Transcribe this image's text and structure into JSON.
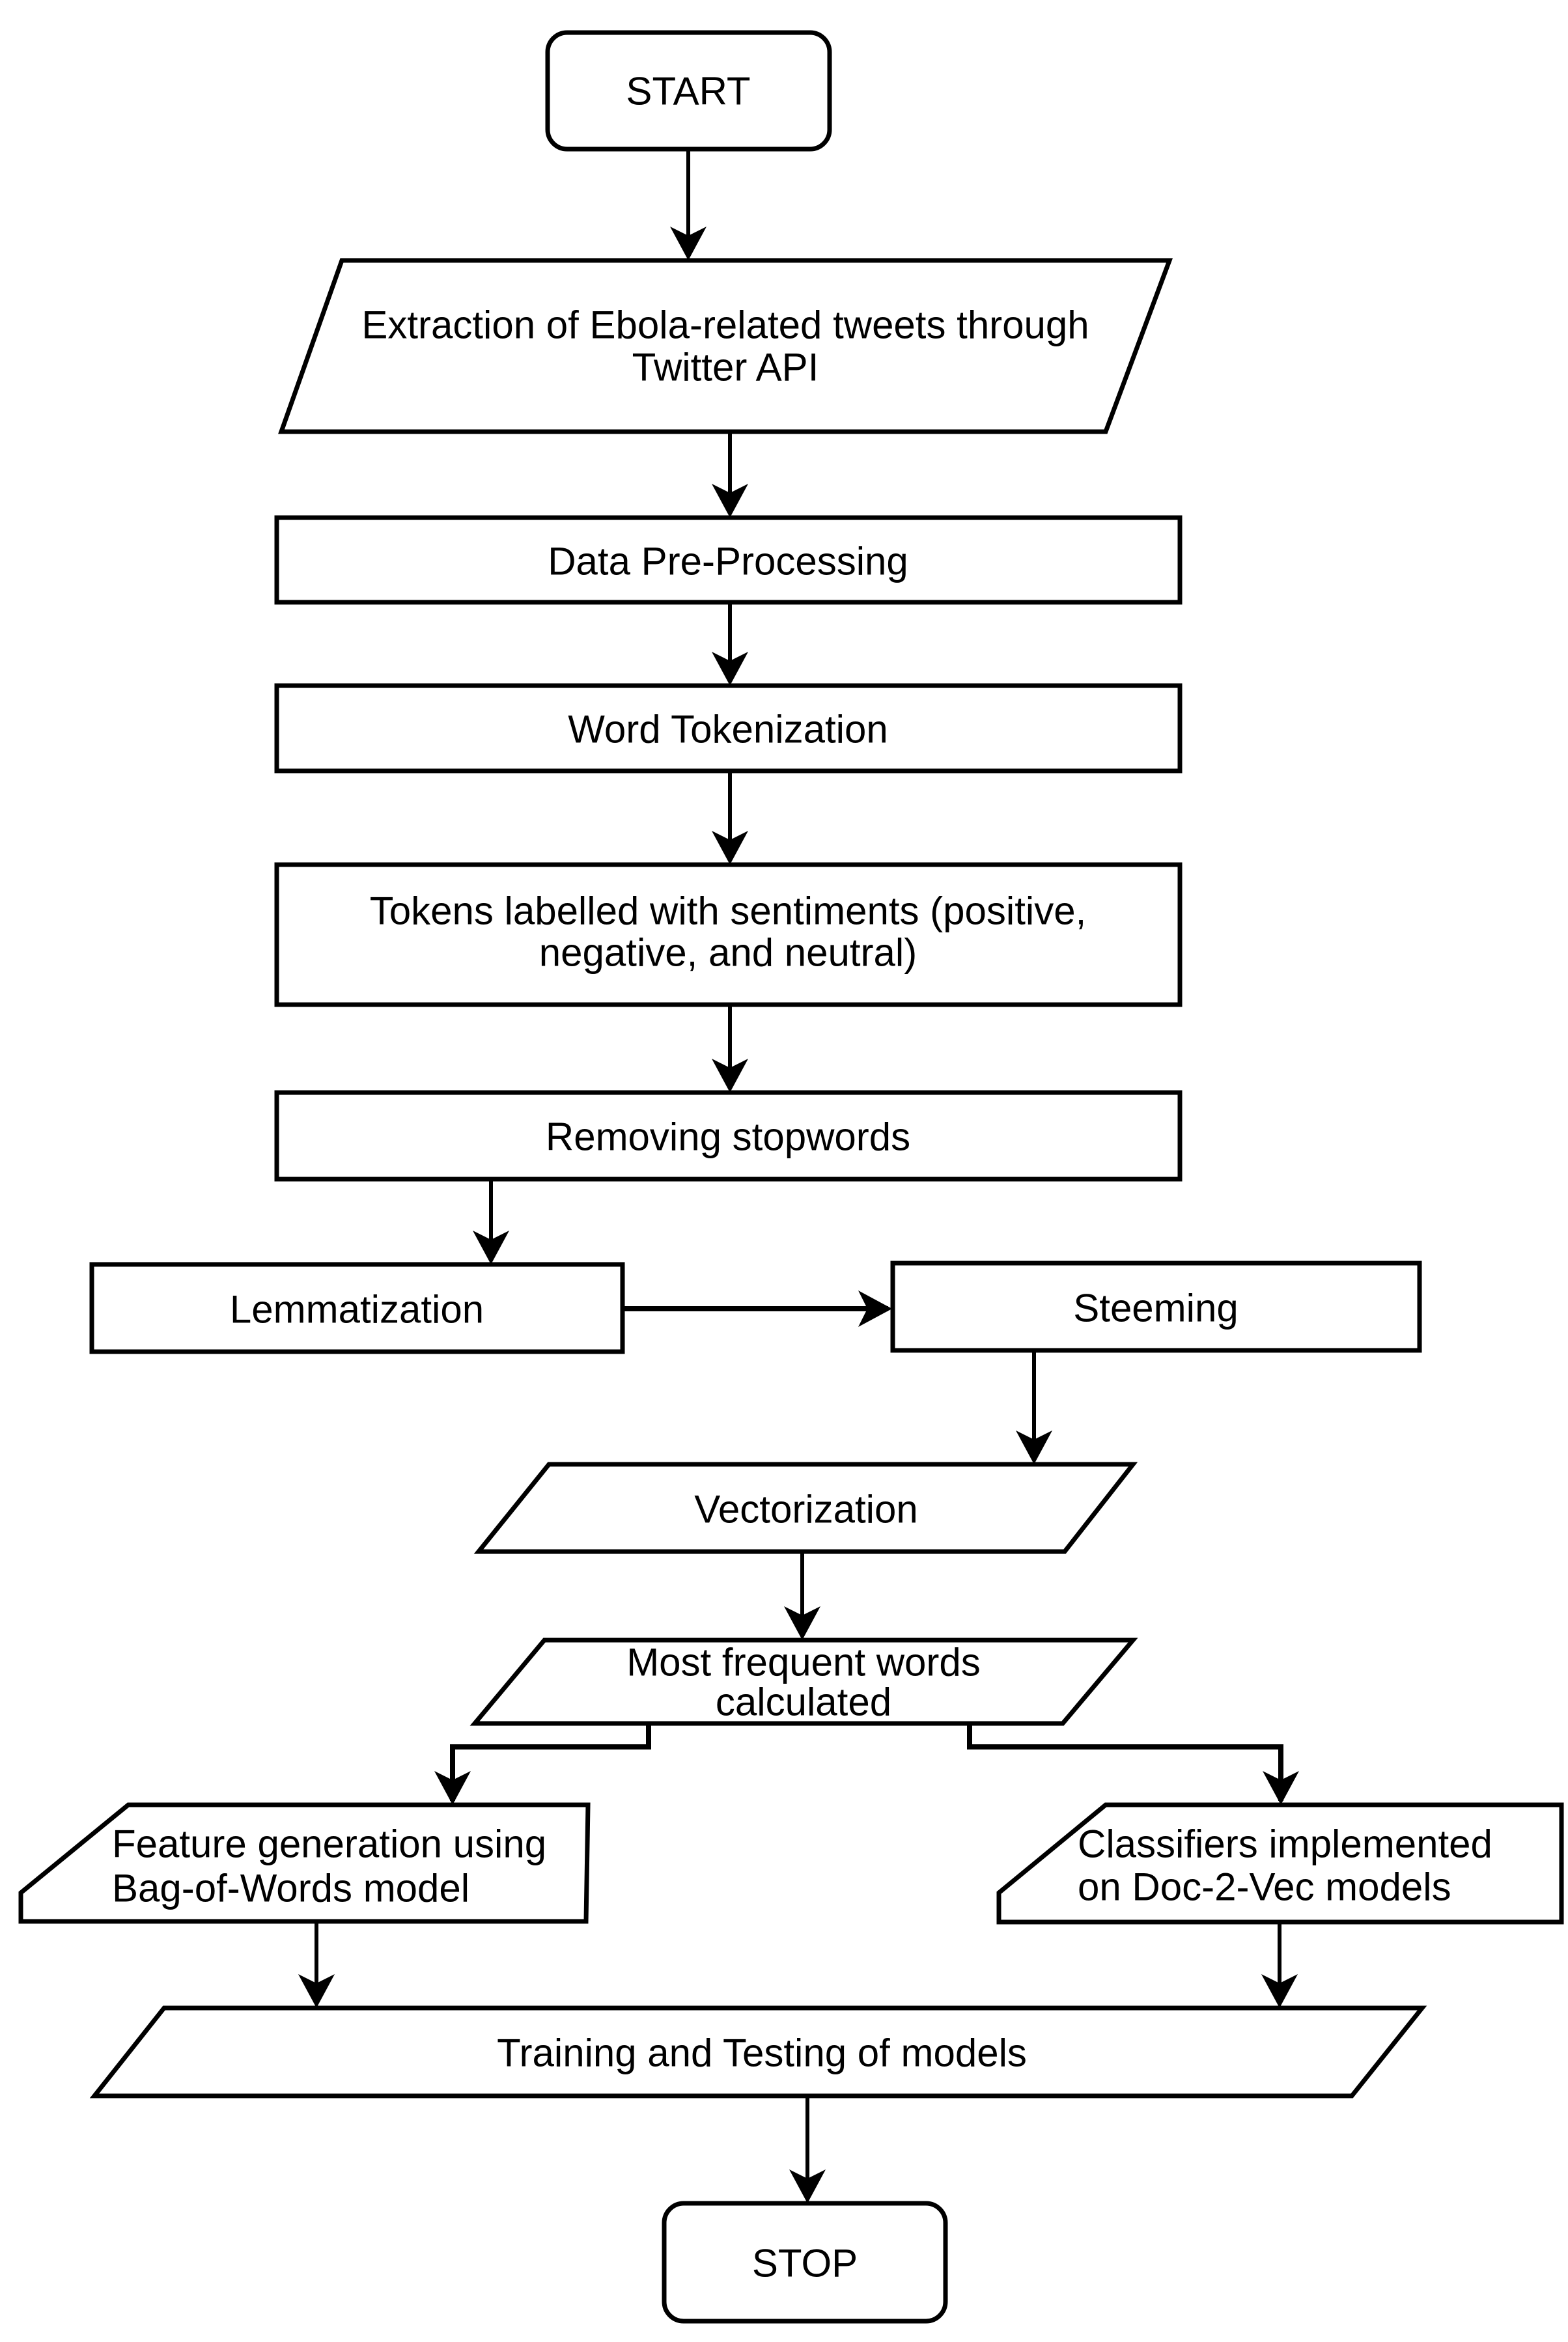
{
  "diagram": {
    "title": "Sentiment analysis pipeline flowchart",
    "background_color": "#ffffff",
    "stroke_color": "#000000",
    "text_color": "#000000",
    "nodes": {
      "start": {
        "type": "terminator",
        "label": "START"
      },
      "extraction": {
        "type": "parallelogram",
        "line1": "Extraction of Ebola-related tweets through",
        "line2": "Twitter API"
      },
      "preprocessing": {
        "type": "process",
        "label": "Data Pre-Processing"
      },
      "tokenization": {
        "type": "process",
        "label": "Word Tokenization"
      },
      "labelling": {
        "type": "process",
        "line1": "Tokens labelled with sentiments (positive,",
        "line2": "negative, and neutral)"
      },
      "stopwords": {
        "type": "process",
        "label": "Removing stopwords"
      },
      "lemmatization": {
        "type": "process",
        "label": "Lemmatization"
      },
      "stemming": {
        "type": "process",
        "label": "Steeming"
      },
      "vectorization": {
        "type": "parallelogram",
        "label": "Vectorization"
      },
      "frequent_words": {
        "type": "parallelogram",
        "line1": "Most frequent words",
        "line2": "calculated"
      },
      "bag_of_words": {
        "type": "manual-input",
        "line1": "Feature generation using",
        "line2": "Bag-of-Words model"
      },
      "doc2vec": {
        "type": "manual-input",
        "line1": "Classifiers implemented",
        "line2": "on Doc-2-Vec models"
      },
      "training": {
        "type": "parallelogram",
        "label": "Training and Testing of models"
      },
      "stop": {
        "type": "terminator",
        "label": "STOP"
      }
    }
  }
}
